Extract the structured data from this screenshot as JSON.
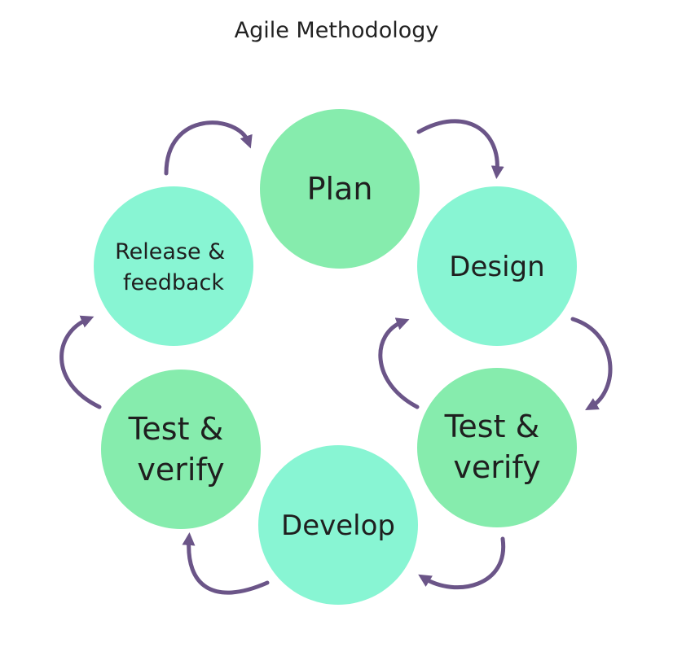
{
  "title": "Agile Methodology",
  "colors": {
    "stage_green": "#86ECAD",
    "stage_teal": "#88F5D3",
    "arrow": "#6B5588",
    "text": "#1f1f1f"
  },
  "stages": [
    {
      "id": "plan",
      "lines": [
        "Plan"
      ],
      "color": "#86ECAD"
    },
    {
      "id": "design",
      "lines": [
        "Design"
      ],
      "color": "#88F5D3"
    },
    {
      "id": "test-verify-right",
      "lines": [
        "Test &",
        "verify"
      ],
      "color": "#86ECAD"
    },
    {
      "id": "develop",
      "lines": [
        "Develop"
      ],
      "color": "#88F5D3"
    },
    {
      "id": "test-verify-left",
      "lines": [
        "Test &",
        "verify"
      ],
      "color": "#86ECAD"
    },
    {
      "id": "release-feedback",
      "lines": [
        "Release &",
        "feedback"
      ],
      "color": "#88F5D3"
    }
  ]
}
